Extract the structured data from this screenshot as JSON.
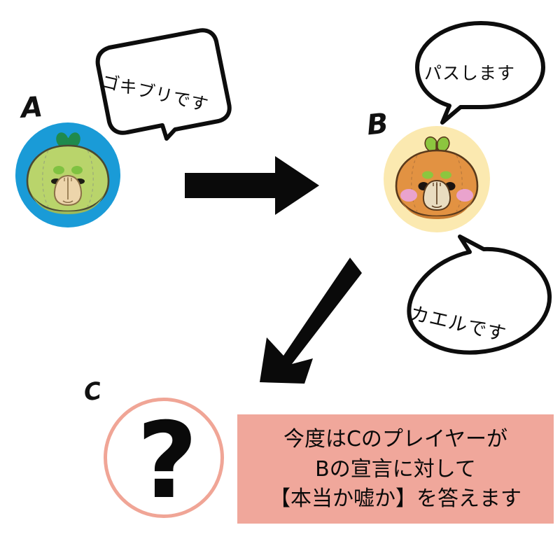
{
  "scene": {
    "title": "liar-game-round-diagram",
    "background_color": "#ffffff"
  },
  "characters": [
    {
      "id": "A",
      "label": "A",
      "role": "declaring-player",
      "disc_color": "#1a9bd7",
      "body_color": "#b9d46b",
      "body_shade": "#9cb95a",
      "leaf_color": "#1f8a4d",
      "muzzle_color": "#edd5ab",
      "outline_color": "#4a4a32"
    },
    {
      "id": "B",
      "label": "B",
      "role": "passing-player",
      "disc_color": "#fbe9b0",
      "body_color": "#e29242",
      "body_shade": "#c97c31",
      "leaf_color": "#8cc63f",
      "muzzle_color": "#e9dcc0",
      "cheek_color": "#eaa3cd",
      "outline_color": "#5a3a1c"
    },
    {
      "id": "C",
      "label": "C",
      "role": "answering-player",
      "glyph": "question-mark",
      "glyph_char": "?",
      "ring_color": "#f0a596",
      "fill_color": "#ffffff"
    }
  ],
  "speech_bubbles": [
    {
      "id": "bubble-a",
      "speaker": "A",
      "text": "ゴキブリです",
      "shape": "rounded-rectangle",
      "rotation_deg": 13,
      "fill": "#ffffff",
      "stroke": "#0d0d0d"
    },
    {
      "id": "bubble-b",
      "speaker": "B",
      "text": "パスします",
      "shape": "ellipse",
      "rotation_deg": 0,
      "fill": "#ffffff",
      "stroke": "#0d0d0d"
    },
    {
      "id": "bubble-b2",
      "speaker": "B",
      "text": "カエルです",
      "shape": "ellipse",
      "rotation_deg": 13,
      "fill": "#ffffff",
      "stroke": "#0d0d0d"
    }
  ],
  "arrows": [
    {
      "id": "arrow-a-to-b",
      "direction": "right",
      "from": "A",
      "to": "B",
      "color": "#0a0a0a"
    },
    {
      "id": "arrow-b-to-c",
      "direction": "down-left",
      "from": "B",
      "to": "C",
      "color": "#0a0a0a"
    }
  ],
  "caption": {
    "background_color": "#f0a79b",
    "text_color": "#0a0a0a",
    "lines": [
      "今度はCのプレイヤーが",
      "Bの宣言に対して",
      "【本当か嘘か】を答えます"
    ]
  }
}
